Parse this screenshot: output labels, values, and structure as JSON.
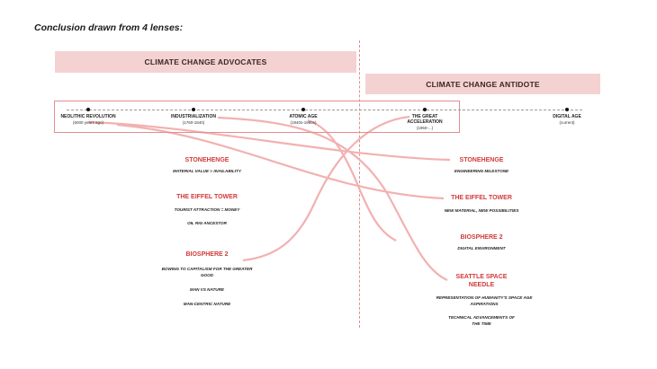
{
  "page": {
    "title": "Conclusion drawn from 4 lenses:"
  },
  "bands": {
    "advocates": "CLIMATE CHANGE ADVOCATES",
    "antidote": "CLIMATE CHANGE ANTIDOTE"
  },
  "timeline": {
    "eras": [
      {
        "name": "NEOLITHIC REVOLUTION",
        "date": "(6000 years ago)"
      },
      {
        "name": "INDUSTRIALIZATION",
        "date": "(1760-1840)"
      },
      {
        "name": "ATOMIC AGE",
        "date": "(1940s-1960s)"
      },
      {
        "name": "THE GREAT ACCELERATION",
        "date": "(1950-...)"
      },
      {
        "name": "DIGITAL AGE",
        "date": "(current)"
      }
    ]
  },
  "advocates": {
    "stonehenge": {
      "title": "STONEHENGE",
      "notes": [
        "MATERIAL VALUE > AVAILABILITY"
      ]
    },
    "eiffel": {
      "title": "THE EIFFEL TOWER",
      "notes": [
        "TOURIST ATTRACTION = MONEY",
        "OIL RIG ANCESTOR"
      ]
    },
    "biosphere": {
      "title": "BIOSPHERE 2",
      "notes": [
        "BOWING TO CAPITALISM  FOR THE GREATER GOOD",
        "MAN VS NATURE",
        "MAN-CENTRIC NATURE"
      ]
    }
  },
  "antidote": {
    "stonehenge": {
      "title": "STONEHENGE",
      "notes": [
        "ENGINEERING MILESTONE"
      ]
    },
    "eiffel": {
      "title": "THE EIFFEL TOWER",
      "notes": [
        "NEW MATERIAL, NEW POSSIBILITIES"
      ]
    },
    "biosphere": {
      "title": "BIOSPHERE 2",
      "notes": [
        "DIGITAL ENVIRONMENT"
      ]
    },
    "space_needle": {
      "title": "SEATTLE SPACE NEEDLE",
      "notes": [
        "REPRESENTATION OF HUMANITY'S SPACE AGE ASPIRATIONS",
        "TECHNICAL ADVANCEMENTS OF THE TIME"
      ]
    }
  },
  "colors": {
    "band_fill": "#f5d2d2",
    "accent_red": "#d23a3a",
    "curve": "#f2b1b1",
    "frame": "#e58d8d"
  }
}
